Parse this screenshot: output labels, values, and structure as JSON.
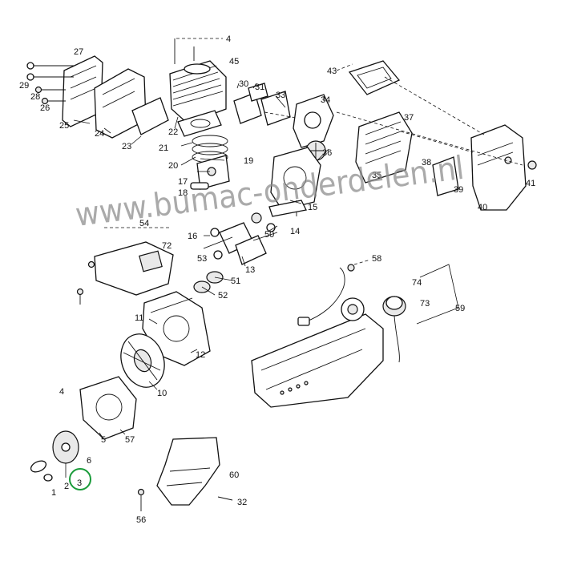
{
  "watermark": "www.bumac-onderdelen.nl",
  "part_numbers": {
    "p1": "1",
    "p2": "2",
    "p3": "3",
    "p4": "4",
    "p4b": "4",
    "p5": "5",
    "p6": "6",
    "p10": "10",
    "p11": "11",
    "p12": "12",
    "p13": "13",
    "p14": "14",
    "p15": "15",
    "p16": "16",
    "p17": "17",
    "p18": "18",
    "p19": "19",
    "p20": "20",
    "p21": "21",
    "p22": "22",
    "p23": "23",
    "p24": "24",
    "p25": "25",
    "p26": "26",
    "p27": "27",
    "p28": "28",
    "p29": "29",
    "p30": "30",
    "p31": "31",
    "p32": "32",
    "p33": "33",
    "p34": "34",
    "p35": "35",
    "p36": "36",
    "p37": "37",
    "p38": "38",
    "p39": "39",
    "p40": "40",
    "p41": "41",
    "p43": "43",
    "p45": "45",
    "p50": "50",
    "p51": "51",
    "p52": "52",
    "p53": "53",
    "p54": "54",
    "p56": "56",
    "p57": "57",
    "p58": "58",
    "p59": "59",
    "p60": "60",
    "p72": "72",
    "p73": "73",
    "p74": "74"
  },
  "highlighted_part": "3",
  "colors": {
    "highlight": "#1a9b3a",
    "line": "#111111",
    "watermark": "#8e8e8e"
  }
}
